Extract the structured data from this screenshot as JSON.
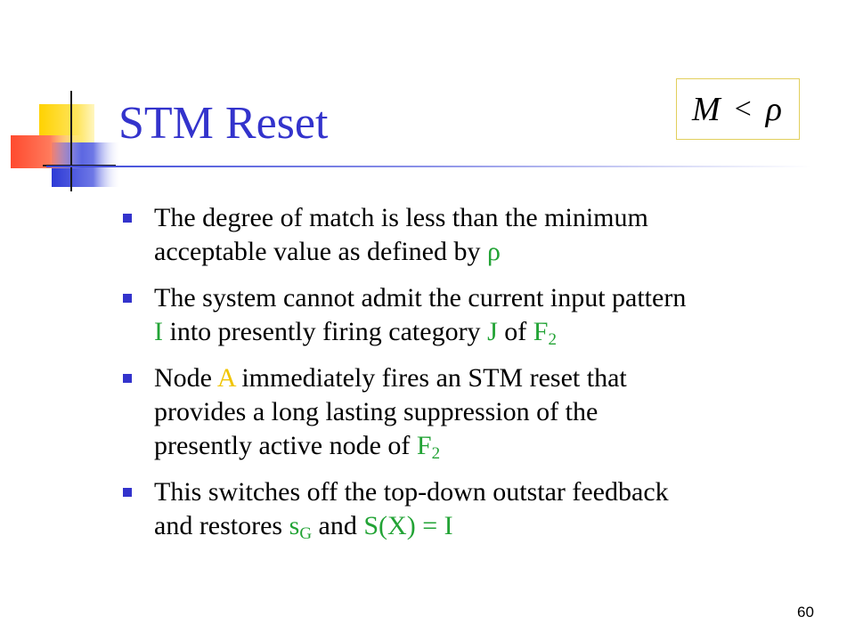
{
  "slide": {
    "title": "STM Reset",
    "formula": {
      "lhs": "M",
      "op": "<",
      "rhs": "ρ"
    },
    "bullets": [
      {
        "line1": "The degree of match is less than the minimum",
        "line2_text": "acceptable value as defined by ",
        "rho": "ρ"
      },
      {
        "line1": "The system cannot admit the current input pattern",
        "I": "I",
        "t1": " into presently firing category ",
        "J": "J",
        "t2": " of ",
        "F": "F",
        "F_sub": "2"
      },
      {
        "t0": "Node ",
        "A": "A",
        "t1": " immediately fires an STM reset that",
        "line2": "provides a long lasting suppression of the",
        "line3_text": "presently active node of ",
        "F": "F",
        "F_sub": "2"
      },
      {
        "line1": "This switches off the top-down outstar feedback",
        "t0": "and restores ",
        "s": "s",
        "s_sub": "G",
        "t1": " and ",
        "S": "S(X) = I"
      }
    ],
    "page_number": "60"
  },
  "colors": {
    "title": "#3333cc",
    "bullet": "#3333cc",
    "highlight_green": "#22a335",
    "highlight_yellow": "#f0c400",
    "formula_border": "#e2cf5c"
  }
}
